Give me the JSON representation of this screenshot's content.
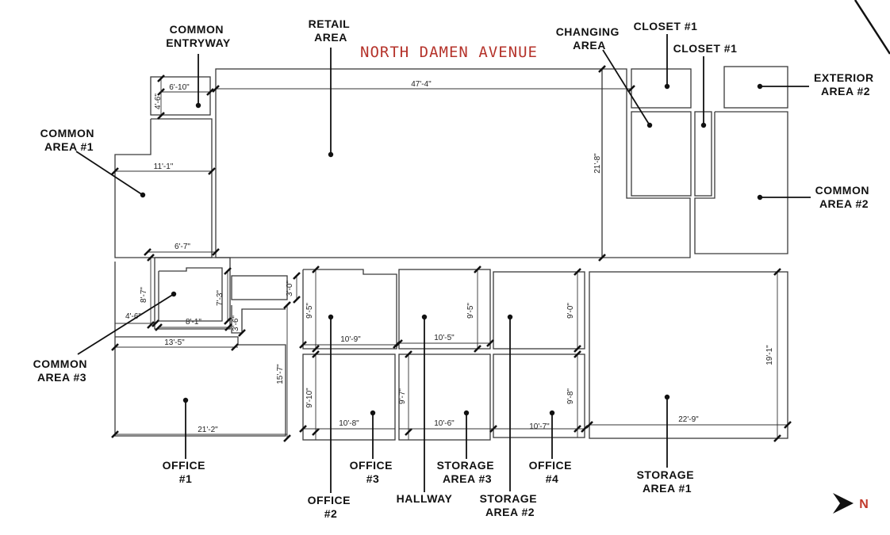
{
  "street_name": "NORTH DAMEN AVENUE",
  "colors": {
    "street": "#b5332b",
    "north_letter": "#c0392b",
    "lines": "#3a3a3a"
  },
  "north_arrow": {
    "icon": "north-arrow-icon",
    "letter": "N"
  },
  "labels": {
    "common_entryway": [
      "COMMON",
      "ENTRYWAY"
    ],
    "retail_area": [
      "RETAIL",
      "AREA"
    ],
    "changing_area": [
      "CHANGING",
      "AREA"
    ],
    "closet_1a": [
      "CLOSET #1"
    ],
    "closet_1b": [
      "CLOSET #1"
    ],
    "exterior_area_2": [
      "EXTERIOR",
      "AREA #2"
    ],
    "common_area_1": [
      "COMMON",
      "AREA #1"
    ],
    "common_area_2": [
      "COMMON",
      "AREA #2"
    ],
    "common_area_3": [
      "COMMON",
      "AREA #3"
    ],
    "office_1": [
      "OFFICE",
      "#1"
    ],
    "office_2": [
      "OFFICE",
      "#2"
    ],
    "office_3": [
      "OFFICE",
      "#3"
    ],
    "office_4": [
      "OFFICE",
      "#4"
    ],
    "hallway": [
      "HALLWAY"
    ],
    "storage_area_1": [
      "STORAGE",
      "AREA #1"
    ],
    "storage_area_2": [
      "STORAGE",
      "AREA #2"
    ],
    "storage_area_3": [
      "STORAGE",
      "AREA #3"
    ]
  },
  "dimensions": {
    "entry_w": "6'-10\"",
    "entry_h": "4'-6\"",
    "retail_w": "47'-4\"",
    "retail_h": "21'-8\"",
    "common1_w": "11'-1\"",
    "common3_top": "6'-7\"",
    "common3_h": "8'-7\"",
    "common3_w": "4'-6\"",
    "room_a_w": "8'-1\"",
    "room_a_h": "7'-3\"",
    "small_h1": "3'-6\"",
    "small_h2": "3'-0\"",
    "office1_top": "13'-5\"",
    "office1_h": "15'-7\"",
    "office1_w": "21'-2\"",
    "office2_h": "9'-5\"",
    "office2_w": "10'-9\"",
    "hallway_w": "10'-5\"",
    "hallway_h": "9'-5\"",
    "storage2_h": "9'-0\"",
    "office3_h": "9'-10\"",
    "office3_w": "10'-8\"",
    "storage3_h": "9'-7\"",
    "storage3_w": "10'-6\"",
    "office4_h": "9'-8\"",
    "office4_w": "10'-7\"",
    "storage1_h": "19'-1\"",
    "storage1_w": "22'-9\""
  }
}
